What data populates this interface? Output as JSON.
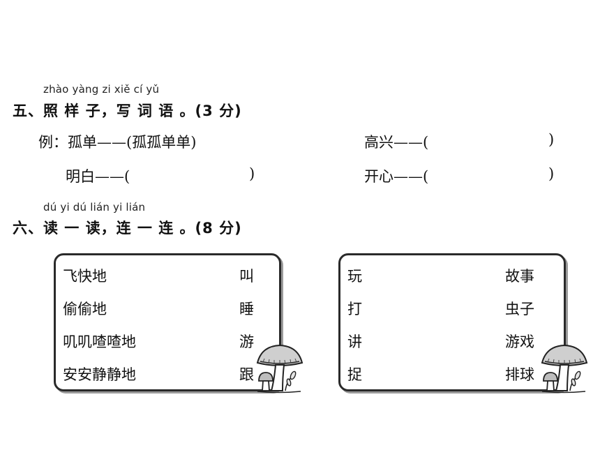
{
  "section5": {
    "pinyin": "zhào yàng  zi     xiě  cí  yǔ",
    "title": "五、照  样  子，写 词 语 。(3 分)",
    "example": "例：孤单——(孤孤单单)",
    "items": [
      {
        "word": "明白——(",
        "close": ")"
      },
      {
        "word": "高兴——(",
        "close": ")"
      },
      {
        "word": "开心——(",
        "close": ")"
      }
    ]
  },
  "section6": {
    "pinyin": "dú  yi  dú    lián  yi  lián",
    "title": "六、读 一 读，连  一  连 。(8 分)",
    "box1": {
      "left": [
        "飞快地",
        "偷偷地",
        "叽叽喳喳地",
        "安安静静地"
      ],
      "right": [
        "叫",
        "睡",
        "游",
        "跟"
      ]
    },
    "box2": {
      "left": [
        "玩",
        "打",
        "讲",
        "捉"
      ],
      "right": [
        "故事",
        "虫子",
        "游戏",
        "排球"
      ]
    }
  }
}
